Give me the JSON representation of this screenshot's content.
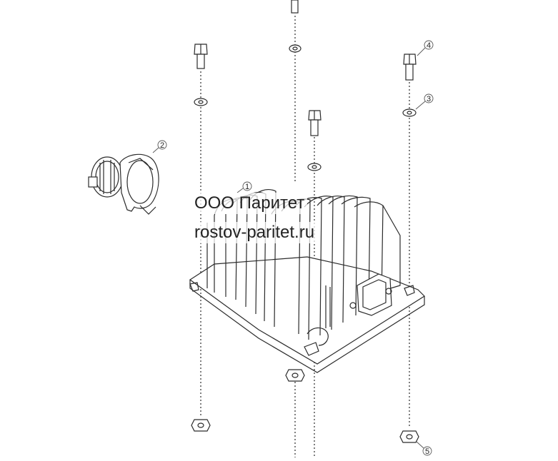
{
  "watermark": {
    "line1": "ООО Паритет",
    "line2": "rostov-paritet.ru"
  },
  "callouts": [
    "1",
    "2",
    "3",
    "4",
    "5"
  ],
  "colors": {
    "line": "#2b2b2b",
    "background": "#ffffff"
  }
}
